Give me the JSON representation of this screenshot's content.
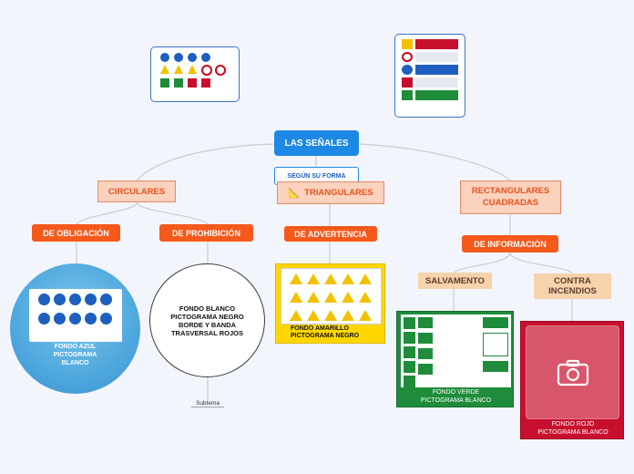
{
  "root": {
    "label": "LAS SEÑALES"
  },
  "subtitle": {
    "label": "SEGÚN SU FORMA"
  },
  "branches": {
    "circulares": "CIRCULARES",
    "triangulares": "TRIANGULARES",
    "rectangulares": "RECTANGULARES\nCUADRADAS"
  },
  "sub_branches": {
    "obligacion": "DE OBLIGACIÓN",
    "prohibicion": "DE PROHIBICIÓN",
    "advertencia": "DE ADVERTENCIA",
    "informacion": "DE INFORMACIÓN"
  },
  "info_children": {
    "salvamento": "SALVAMENTO",
    "incendios": "CONTRA\nINCENDIOS"
  },
  "notes": {
    "obligacion": "FONDO AZUL\nPICTOGRAMA\nBLANCO",
    "prohibicion": "FONDO BLANCO\nPICTOGRAMA NEGRO\nBORDE Y BANDA\nTRASVERSAL ROJOS",
    "advertencia": "FONDO AMARILLO\nPICTOGRAMA NEGRO",
    "salvamento": "FONDO VERDE\nPICTOGRAMA BLANCO",
    "incendios": "FONDO ROJO\nPICTOGRAMA BLANCO"
  },
  "subtema": {
    "label": "Subtema"
  },
  "icons": {
    "triangular_branch": "ruler-triangle-icon",
    "photo_placeholder": "camera-icon"
  },
  "colors": {
    "root": "#1e88e5",
    "orange": "#f5591b",
    "green": "#1e8c3a",
    "red": "#c8102e",
    "yellow": "#ffd600",
    "blue": "#4fa8dd"
  }
}
